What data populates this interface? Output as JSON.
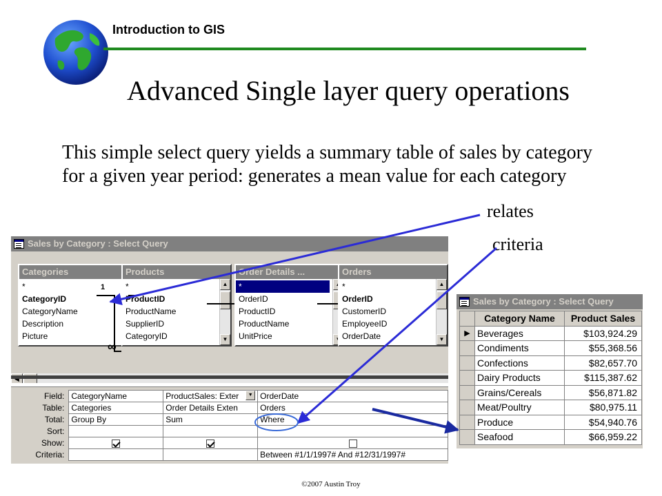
{
  "slide": {
    "header": "Introduction to GIS",
    "title": "Advanced Single layer query operations",
    "body": "This simple select query yields a summary table of sales by category for a given year period: generates a mean value for each category",
    "callout_relates": "relates",
    "callout_criteria": "criteria",
    "footer": "©2007 Austin Troy"
  },
  "query_window": {
    "title": "Sales by Category : Select Query",
    "tables": [
      {
        "name": "Categories",
        "fields": [
          "*",
          "CategoryID",
          "CategoryName",
          "Description",
          "Picture"
        ]
      },
      {
        "name": "Products",
        "fields": [
          "*",
          "ProductID",
          "ProductName",
          "SupplierID",
          "CategoryID"
        ]
      },
      {
        "name": "Order Details ...",
        "fields": [
          "*",
          "OrderID",
          "ProductID",
          "ProductName",
          "UnitPrice"
        ]
      },
      {
        "name": "Orders",
        "fields": [
          "*",
          "OrderID",
          "CustomerID",
          "EmployeeID",
          "OrderDate"
        ]
      }
    ],
    "relationship_labels": {
      "one": "1",
      "many": "∞"
    },
    "grid": {
      "row_labels": [
        "Field:",
        "Table:",
        "Total:",
        "Sort:",
        "Show:",
        "Criteria:"
      ],
      "columns": [
        {
          "field": "CategoryName",
          "table": "Categories",
          "total": "Group By",
          "sort": "",
          "show": true,
          "criteria": ""
        },
        {
          "field": "ProductSales: Exter",
          "table": "Order Details Exten",
          "total": "Sum",
          "sort": "",
          "show": true,
          "criteria": ""
        },
        {
          "field": "OrderDate",
          "table": "Orders",
          "total": "Where",
          "sort": "",
          "show": false,
          "criteria": "Between #1/1/1997# And #12/31/1997#"
        }
      ]
    }
  },
  "result_window": {
    "title": "Sales by Category : Select Query",
    "headers": [
      "Category Name",
      "Product Sales"
    ],
    "rows": [
      {
        "name": "Beverages",
        "value": "$103,924.29"
      },
      {
        "name": "Condiments",
        "value": "$55,368.56"
      },
      {
        "name": "Confections",
        "value": "$82,657.70"
      },
      {
        "name": "Dairy Products",
        "value": "$115,387.62"
      },
      {
        "name": "Grains/Cereals",
        "value": "$56,871.82"
      },
      {
        "name": "Meat/Poultry",
        "value": "$80,975.11"
      },
      {
        "name": "Produce",
        "value": "$54,940.76"
      },
      {
        "name": "Seafood",
        "value": "$66,959.22"
      }
    ]
  },
  "colors": {
    "header_rule": "#1f8a1f",
    "arrow_blue": "#2b2bd6",
    "result_arrow": "#1a2aa0",
    "highlight_circle": "#3a6bd8",
    "inactive_titlebar": "#808080",
    "window_face": "#d4d0c8"
  }
}
